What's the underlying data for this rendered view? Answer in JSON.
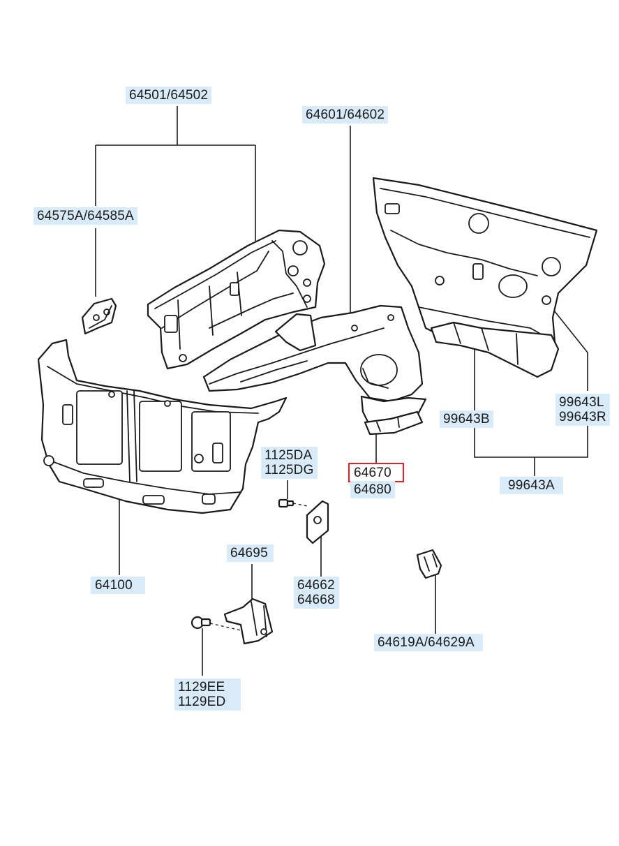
{
  "diagram": {
    "labels": {
      "l_64501": "64501/64502",
      "l_64601": "64601/64602",
      "l_64575": "64575A/64585A",
      "l_1125da": "1125DA",
      "l_1125dg": "1125DG",
      "l_64670": "64670",
      "l_64680": "64680",
      "l_99643l": "99643L",
      "l_99643r": "99643R",
      "l_99643b": "99643B",
      "l_99643a": "99643A",
      "l_64100": "64100",
      "l_64695": "64695",
      "l_64662": "64662",
      "l_64668": "64668",
      "l_64619": "64619A/64629A",
      "l_1129ee": "1129EE",
      "l_1129ed": "1129ED"
    },
    "highlighted_part": "64670",
    "colors": {
      "label_bg": "#d9ebf9",
      "highlight": "#e0202a",
      "line": "#1a1a1a"
    }
  }
}
